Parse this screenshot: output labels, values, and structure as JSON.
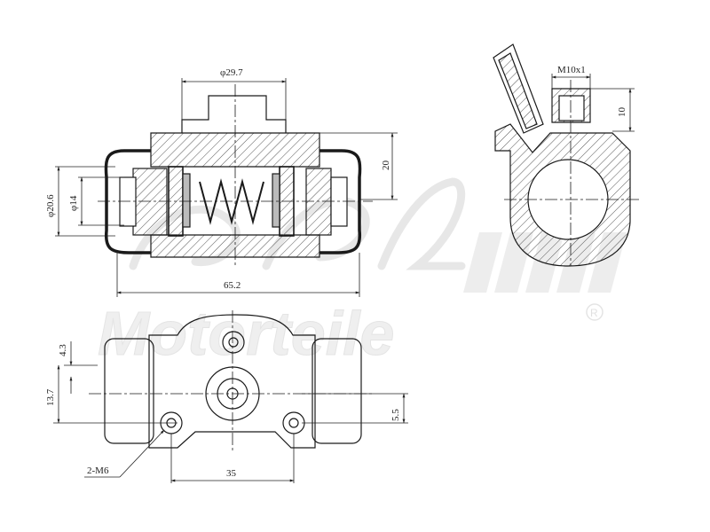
{
  "dimensions": {
    "bore_diameter": "φ29.7",
    "outer_diameter": "φ20.6",
    "inner_diameter": "φ14",
    "height_right": "20",
    "overall_length": "65.2",
    "thread_spec": "M10x1",
    "thread_depth": "10",
    "offset_top": "4.3",
    "offset_left": "13.7",
    "offset_right": "5.5",
    "bolt_spacing": "35",
    "mount_holes": "2-M6"
  },
  "watermark": {
    "brand": "Motorteile",
    "registered": "R"
  },
  "colors": {
    "line": "#1a1a1a",
    "hatch": "#444444",
    "watermark": "#d8d8d8"
  }
}
